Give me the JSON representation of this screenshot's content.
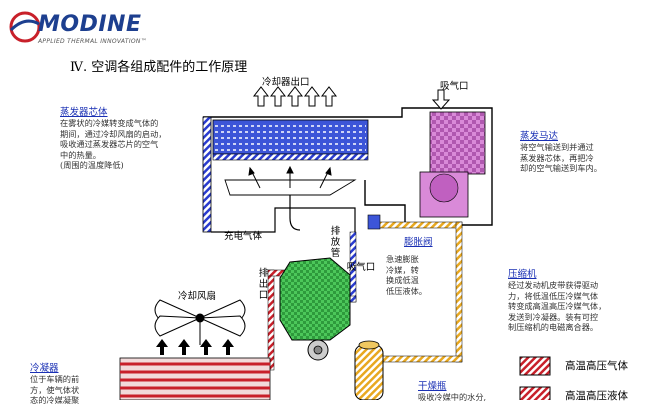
{
  "logo": {
    "name": "MODINE",
    "tagline": "APPLIED THERMAL INNOVATION™"
  },
  "section_title": "Ⅳ.  空调各组成配件的工作原理",
  "labels": {
    "condenser_outlet": "冷却器出口",
    "air_inlet": "吸气口",
    "charge_gas": "充电气体",
    "drain_pipe": "排放管",
    "outlet": "排出口",
    "intake": "吸气口",
    "cooling_fan": "冷却风扇"
  },
  "components": {
    "evaporator": {
      "title": "蒸发器芯体",
      "lines": [
        "在雾状的冷媒转变成气体的",
        "期间，通过冷却风扇的启动，",
        "吸收通过蒸发器芯片的空气",
        "中的热量。",
        "(周围的温度降低)"
      ]
    },
    "blower": {
      "title": "蒸发马达",
      "lines": [
        "将空气输送到并通过",
        "蒸发器芯体，再把冷",
        "却的空气输送到车内。"
      ]
    },
    "expansion_valve": {
      "title": "膨胀阀",
      "lines": [
        "急速膨胀",
        "冷媒，转",
        "换成低温",
        "低压液体。"
      ]
    },
    "compressor": {
      "title": "压缩机",
      "lines": [
        "经过发动机皮带获得驱动",
        "力，将低温低压冷媒气体",
        "转变成高温高压冷媒气体，",
        "发送到冷凝器。装有可控",
        "制压缩机的电磁离合器。"
      ]
    },
    "condenser": {
      "title": "冷凝器",
      "lines": [
        "位于车辆的前",
        "方，使气体状",
        "态的冷媒凝聚"
      ]
    },
    "dryer": {
      "title": "干燥瓶",
      "lines": [
        "吸收冷媒中的水分,"
      ]
    }
  },
  "legend": [
    {
      "label": "高温高压气体",
      "color": "#c8202a"
    },
    {
      "label": "高温高压液体",
      "color": "#c8202a"
    }
  ],
  "colors": {
    "high_pressure": "#c8202a",
    "low_pressure": "#2a3ccf",
    "liquid": "#e8b020",
    "blower": "#c86ac8",
    "compressor": "#3bb54a",
    "title_blue": "#1a30b4"
  }
}
